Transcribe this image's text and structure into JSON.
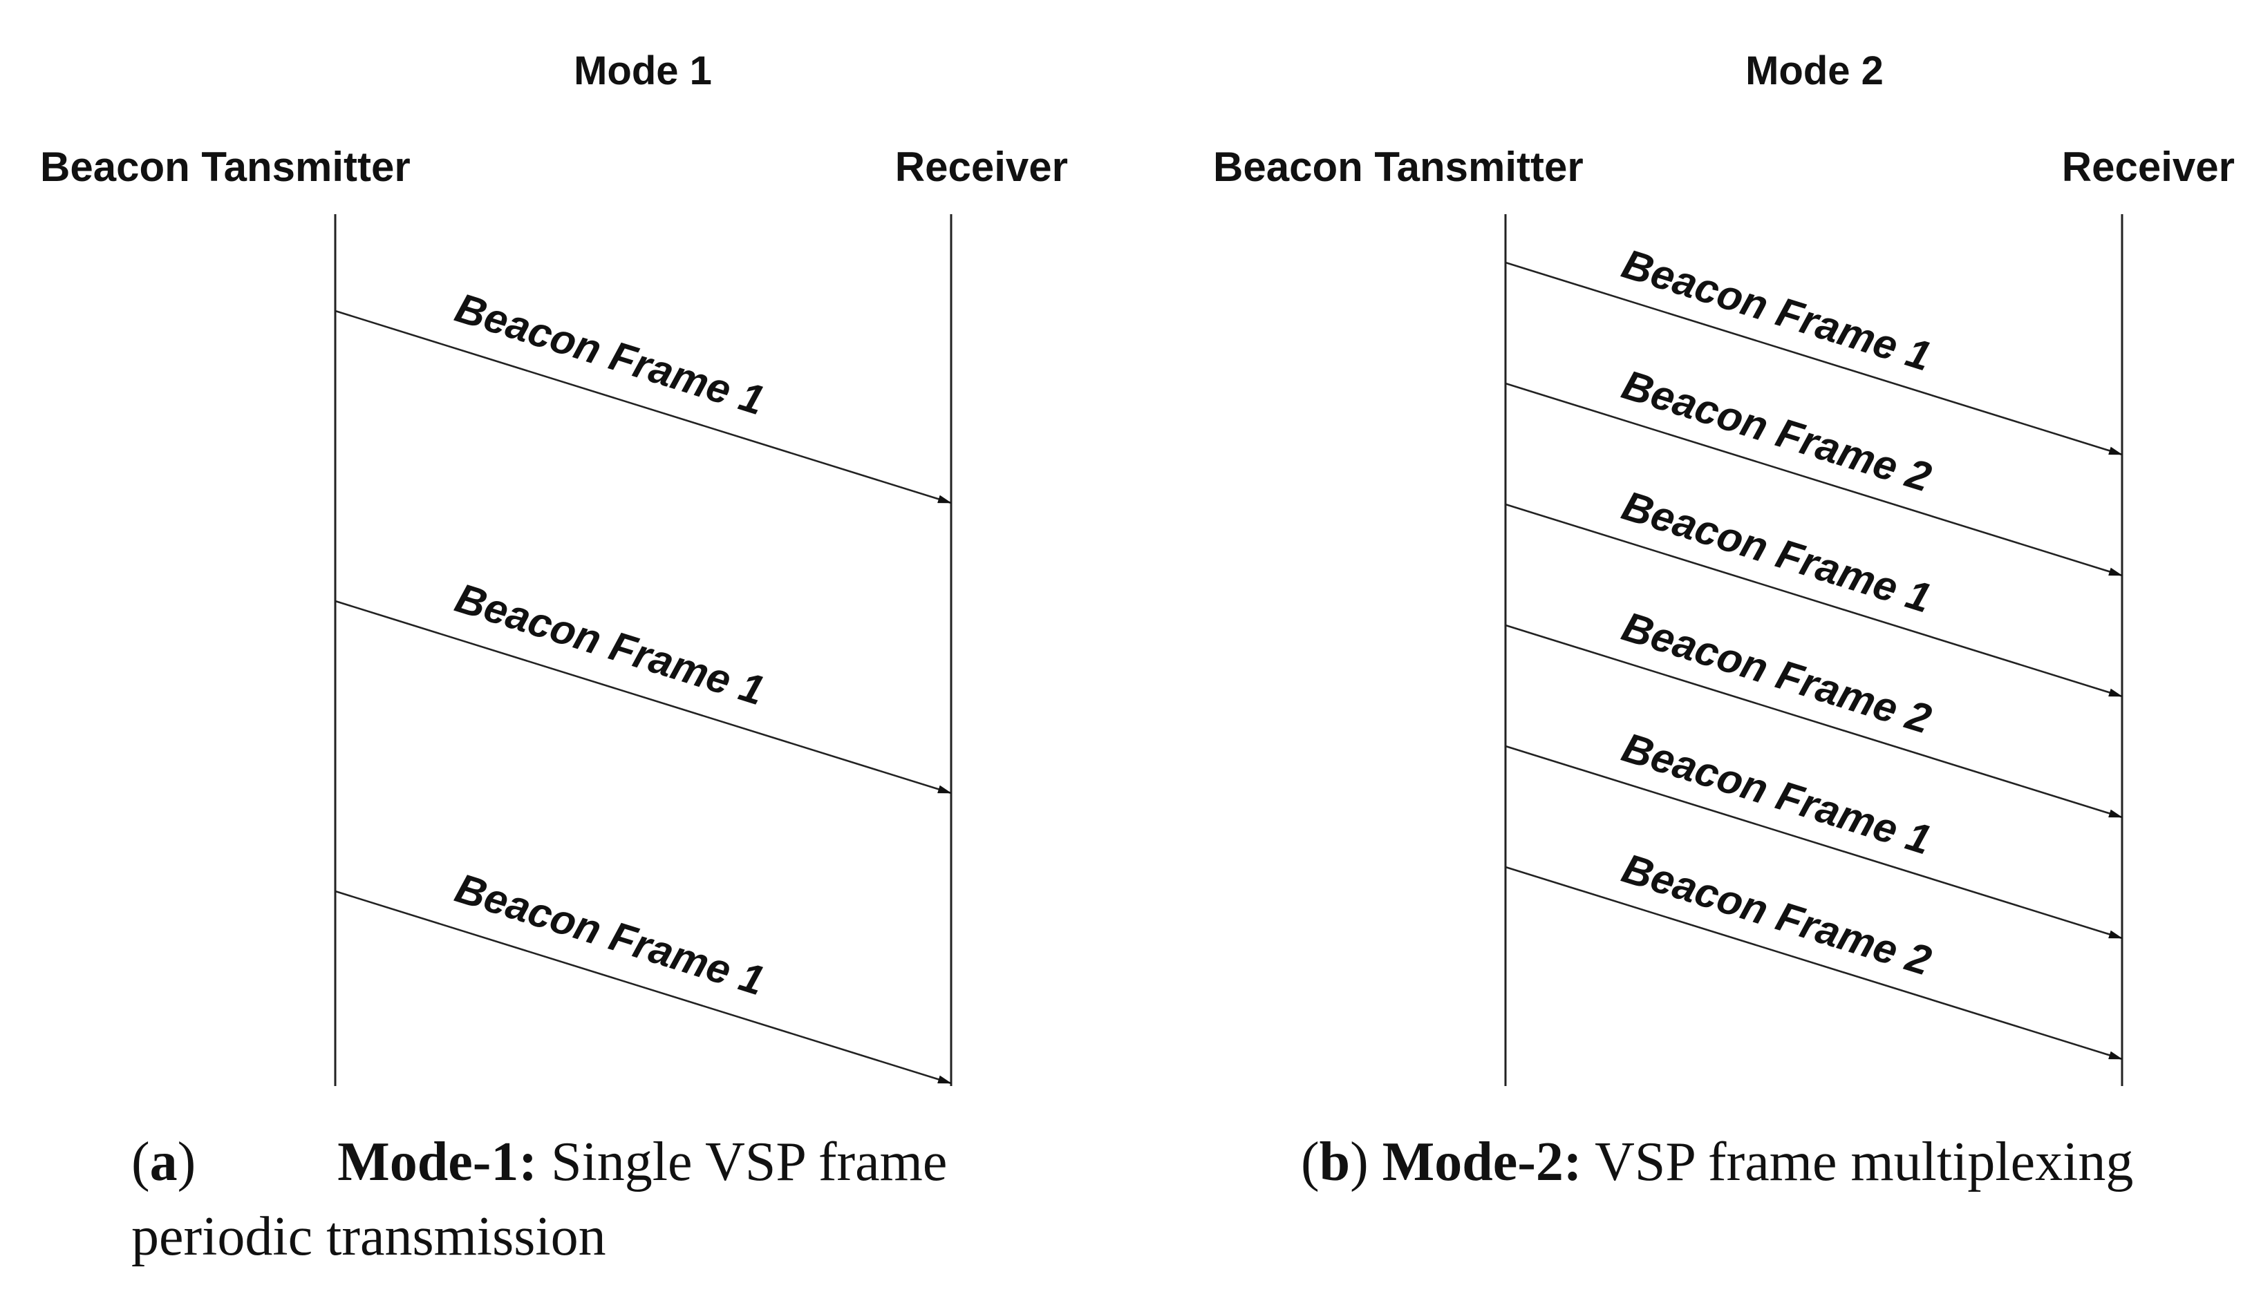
{
  "panels": [
    {
      "title": "Mode 1",
      "transmitter_label": "Beacon Tansmitter",
      "receiver_label": "Receiver",
      "messages": [
        "Beacon Frame 1",
        "Beacon Frame 1",
        "Beacon Frame 1"
      ]
    },
    {
      "title": "Mode 2",
      "transmitter_label": "Beacon Tansmitter",
      "receiver_label": "Receiver",
      "messages": [
        "Beacon Frame 1",
        "Beacon Frame 2",
        "Beacon Frame 1",
        "Beacon Frame 2",
        "Beacon Frame 1",
        "Beacon Frame 2"
      ]
    }
  ],
  "captions": {
    "a": {
      "letter": "a",
      "bold": "Mode-1:",
      "text_line1": " Single VSP frame",
      "text_line2": "periodic transmission"
    },
    "b": {
      "letter": "b",
      "bold": "Mode-2:",
      "text": " VSP frame multiplexing"
    }
  }
}
